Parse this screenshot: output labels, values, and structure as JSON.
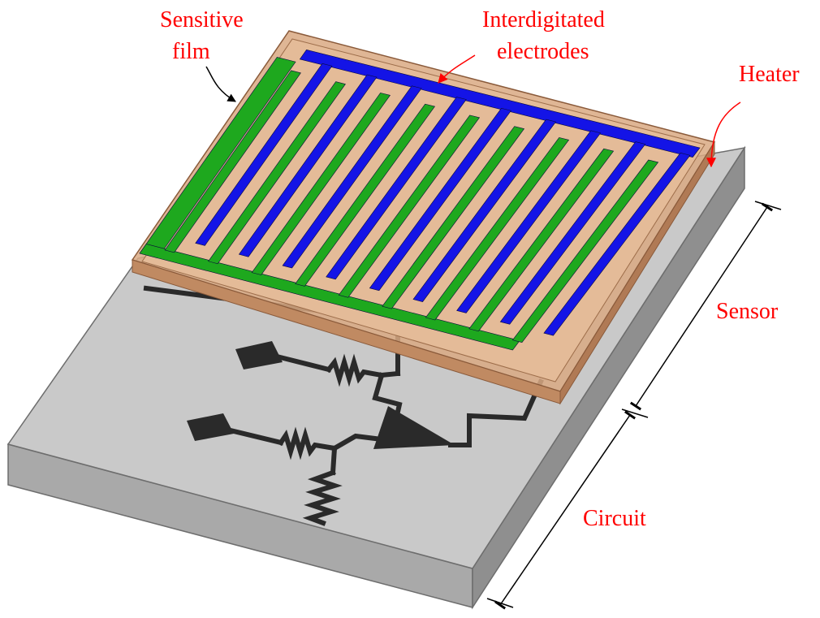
{
  "labels": {
    "sensitive_film": [
      "Sensitive",
      "film"
    ],
    "interdigitated_electrodes": [
      "Interdigitated",
      "electrodes"
    ],
    "heater": "Heater",
    "sensor": "Sensor",
    "circuit": "Circuit"
  },
  "colors": {
    "label_text": "#ff0000",
    "blue_electrode": "#1414e6",
    "green_electrode": "#1ea81e",
    "heater_frame": "#d9a982",
    "substrate": "#c4c4c4",
    "circuit_trace": "#2a2a2a",
    "dimension_line": "#000000"
  },
  "electrodes": {
    "blue_finger_count": 9,
    "green_finger_count": 9
  }
}
